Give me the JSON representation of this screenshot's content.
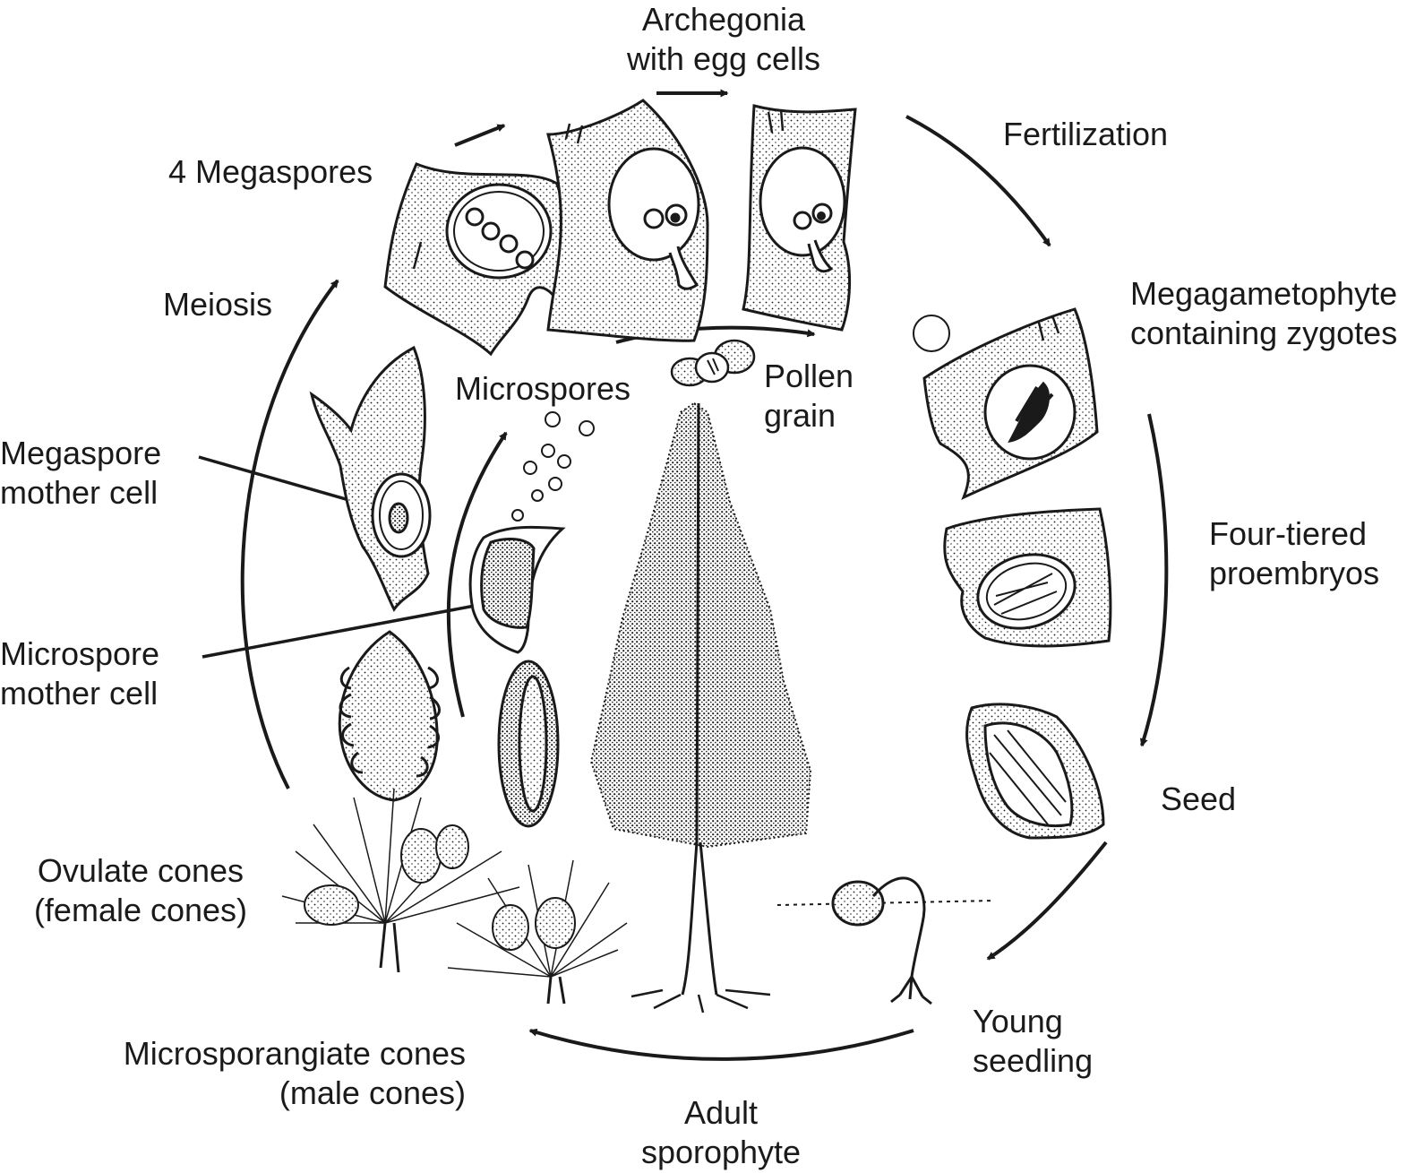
{
  "labels": {
    "archegonia": [
      "Archegonia",
      "with egg cells"
    ],
    "fertilization": [
      "Fertilization"
    ],
    "megaspores4": [
      "4 Megaspores"
    ],
    "megagametophyte": [
      "Megagametophyte",
      "containing zygotes"
    ],
    "meiosis": [
      "Meiosis"
    ],
    "microspores": [
      "Microspores"
    ],
    "pollen": [
      "Pollen",
      "grain"
    ],
    "megaspore_mother": [
      "Megaspore",
      "mother cell"
    ],
    "four_tiered": [
      "Four-tiered",
      "proembryos"
    ],
    "microspore_mother": [
      "Microspore",
      "mother cell"
    ],
    "seed": [
      "Seed"
    ],
    "ovulate": [
      "Ovulate cones",
      "(female cones)"
    ],
    "young_seedling": [
      "Young",
      "seedling"
    ],
    "microsporangiate": [
      "Microsporangiate cones",
      "(male cones)"
    ],
    "adult": [
      "Adult",
      "sporophyte"
    ]
  },
  "colors": {
    "ink": "#1a1a1a",
    "background": "#ffffff"
  }
}
